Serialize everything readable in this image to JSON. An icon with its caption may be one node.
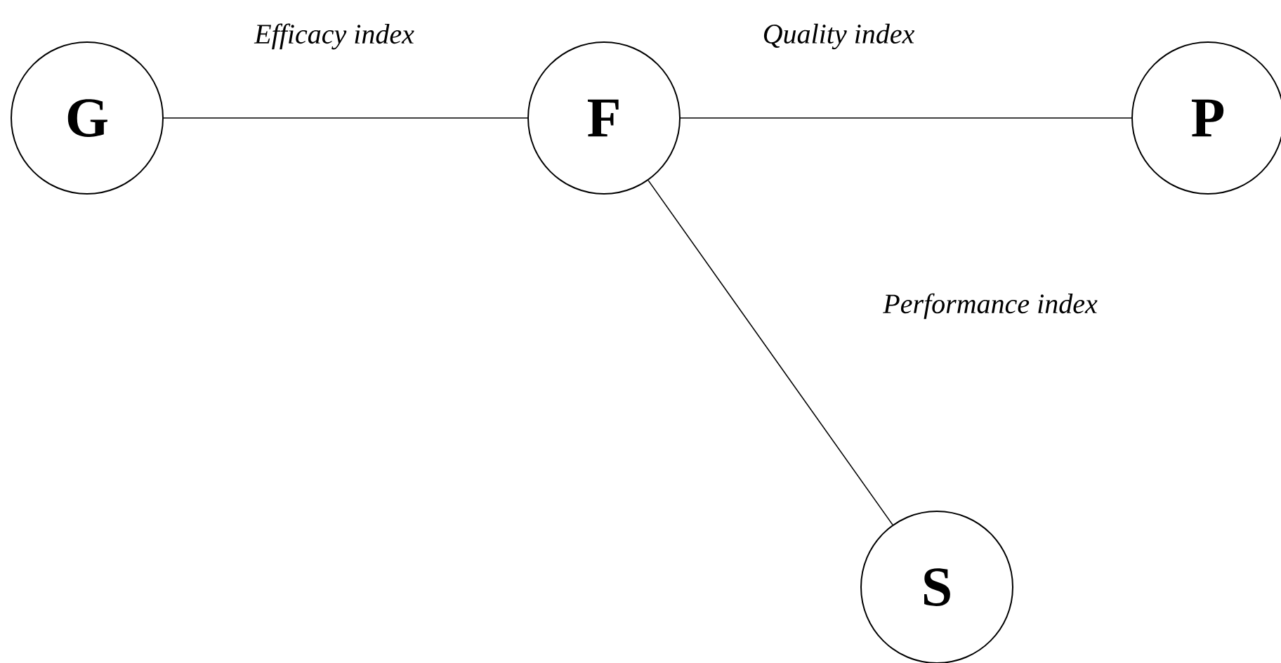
{
  "diagram": {
    "nodes": [
      {
        "text": [
          "G"
        ]
      },
      {
        "text": [
          "F"
        ]
      },
      {
        "text": [
          "P"
        ]
      },
      {
        "text": [
          "S"
        ]
      }
    ],
    "edges": [
      {
        "from": 0,
        "to": 1,
        "arrow": "none",
        "label": "Efficacy index"
      },
      {
        "from": 1,
        "to": 2,
        "arrow": "none",
        "label": "Quality index"
      },
      {
        "from": 1,
        "to": 3,
        "arrow": "none",
        "label": "Performance index"
      }
    ]
  }
}
